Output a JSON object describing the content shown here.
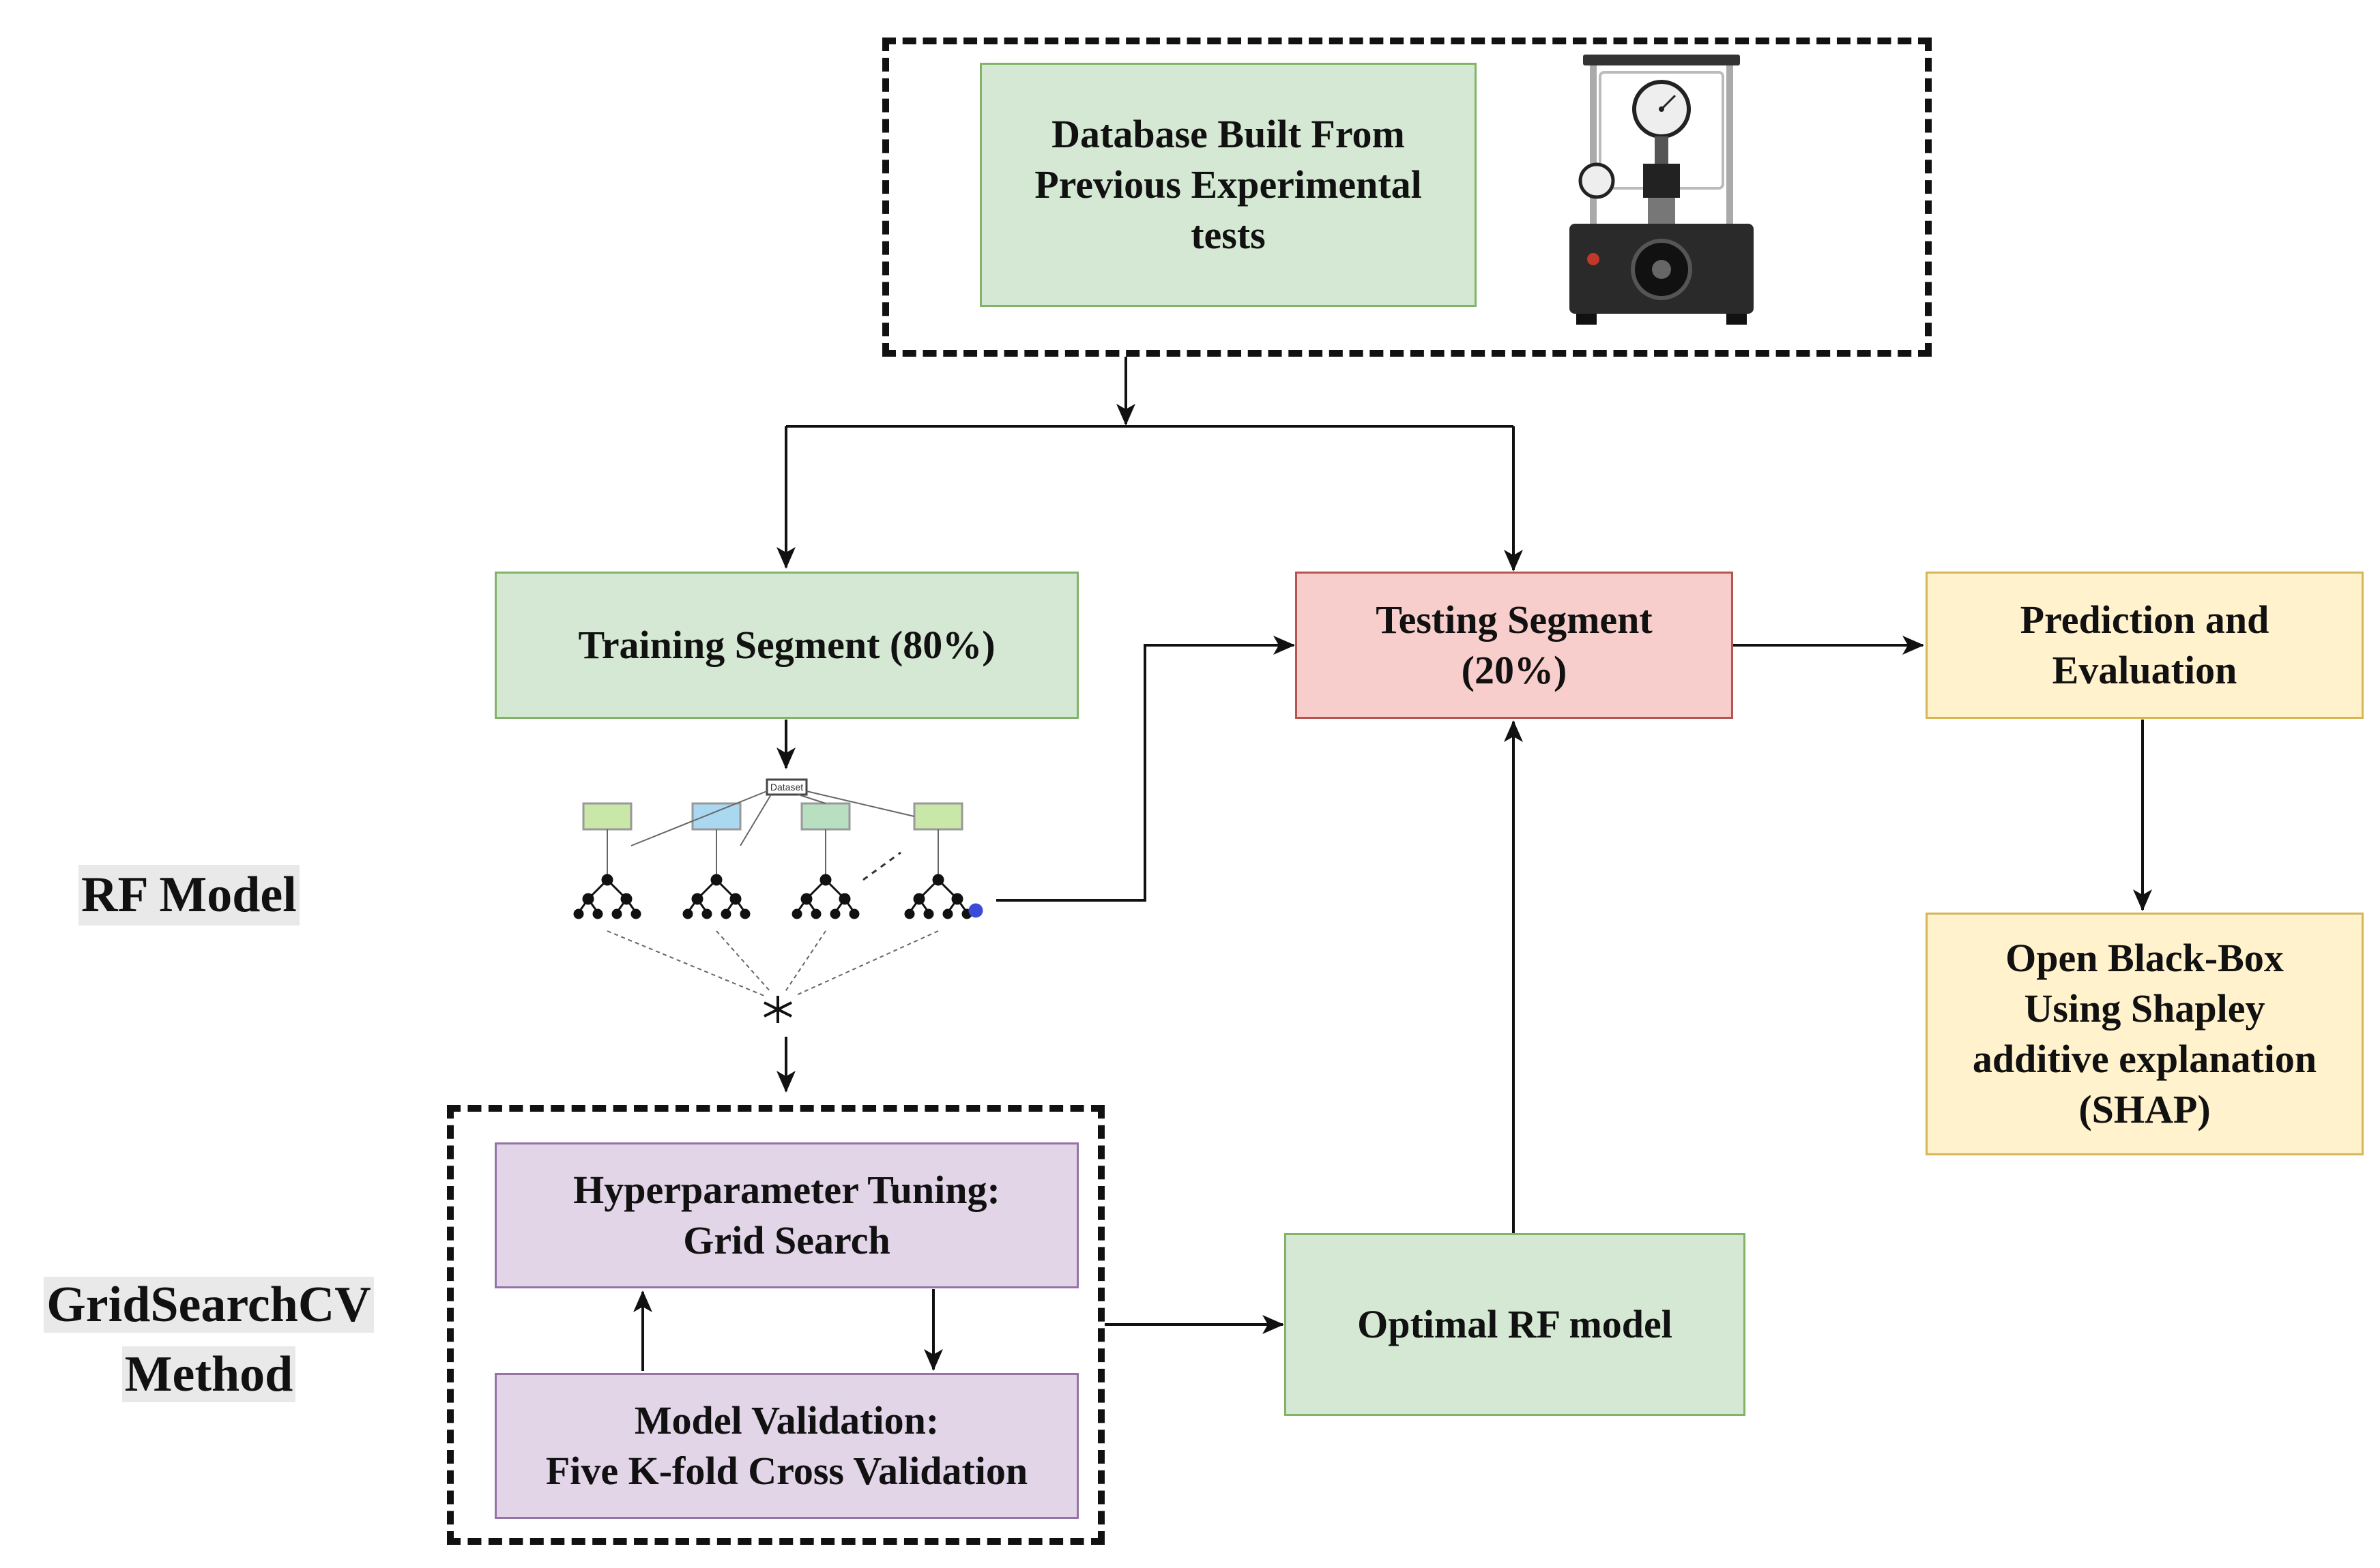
{
  "nodes": {
    "database": {
      "lines": [
        "Database Built From",
        "Previous Experimental",
        "tests"
      ]
    },
    "training": {
      "lines": [
        "Training Segment (80%)"
      ]
    },
    "testing": {
      "lines": [
        "Testing Segment",
        "(20%)"
      ]
    },
    "prediction": {
      "lines": [
        "Prediction and",
        "Evaluation"
      ]
    },
    "shap": {
      "lines": [
        "Open Black-Box",
        "Using Shapley",
        "additive explanation",
        "(SHAP)"
      ]
    },
    "hyperparameter": {
      "lines": [
        "Hyperparameter Tuning:",
        "Grid Search"
      ]
    },
    "validation": {
      "lines": [
        "Model Validation:",
        "Five K-fold Cross Validation"
      ]
    },
    "optimal": {
      "lines": [
        "Optimal RF model"
      ]
    }
  },
  "labels": {
    "rf_model": "RF Model",
    "gridsearch": [
      "GridSearchCV",
      "Method"
    ]
  },
  "rf_illustration": {
    "dataset_label": "Dataset"
  },
  "colors": {
    "green_fill": "#d5e8d4",
    "red_fill": "#f8cecc",
    "yellow_fill": "#fff2cc",
    "purple_fill": "#e1d5e7"
  }
}
